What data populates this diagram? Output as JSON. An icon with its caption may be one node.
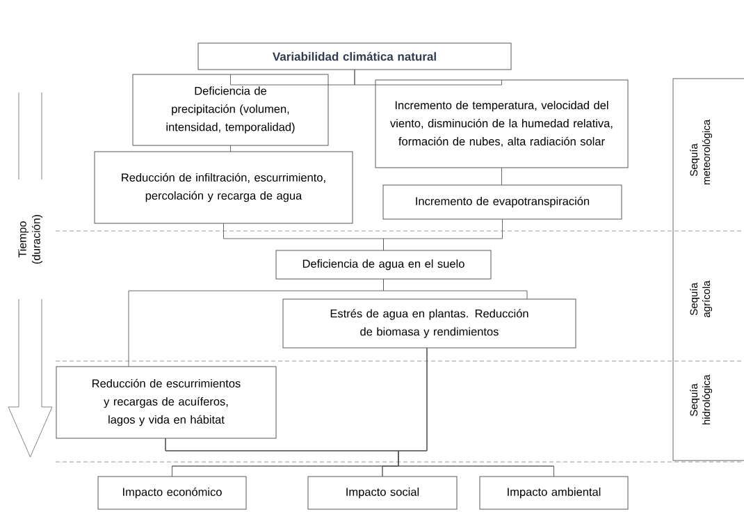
{
  "diagram": {
    "nodes": [
      {
        "text": [
          "Variabilidad climática natural"
        ]
      },
      {
        "text": [
          "Deficiencia de precipitación (volumen, intensidad, temporalidad)"
        ]
      },
      {
        "text": [
          "Incremento de temperatura, velocidad del viento, disminución de la humedad relativa, formación de nubes, alta radiación solar"
        ]
      },
      {
        "text": [
          "Reducción de infiltración, escurrimiento, percolación y recarga de agua"
        ]
      },
      {
        "text": [
          "Incremento de evapotranspiración"
        ]
      },
      {
        "text": [
          "Deficiencia de agua en el suelo"
        ]
      },
      {
        "text": [
          "Estrés de agua en plantas. Reducción de biomasa y rendimientos"
        ]
      },
      {
        "text": [
          "Reducción de escurrimientos y recargas de acuíferos, lagos y vida en hábitat"
        ]
      },
      {
        "text": [
          "Impacto económico"
        ]
      },
      {
        "text": [
          "Impacto social"
        ]
      },
      {
        "text": [
          "Impacto ambiental"
        ]
      },
      {
        "text": [
          "Sequía meteorológica",
          "Sequía agrícola",
          "Sequía hidrológica"
        ]
      }
    ],
    "edges": [
      {
        "from": 0,
        "to": 1,
        "arrow": "none"
      },
      {
        "from": 0,
        "to": 2,
        "arrow": "none"
      },
      {
        "from": 1,
        "to": 3,
        "arrow": "none"
      },
      {
        "from": 2,
        "to": 4,
        "arrow": "none"
      },
      {
        "from": 3,
        "to": 5,
        "arrow": "none"
      },
      {
        "from": 4,
        "to": 5,
        "arrow": "none"
      },
      {
        "from": 5,
        "to": 7,
        "arrow": "none"
      },
      {
        "from": 5,
        "to": 6,
        "arrow": "none"
      },
      {
        "from": 7,
        "to": 8,
        "arrow": "none"
      },
      {
        "from": 7,
        "to": 9,
        "arrow": "none"
      },
      {
        "from": 7,
        "to": 10,
        "arrow": "none"
      },
      {
        "from": 6,
        "to": 8,
        "arrow": "none"
      },
      {
        "from": 6,
        "to": 9,
        "arrow": "none"
      },
      {
        "from": 6,
        "to": 10,
        "arrow": "none"
      }
    ],
    "labels": [
      "Tiempo (duración)"
    ]
  }
}
